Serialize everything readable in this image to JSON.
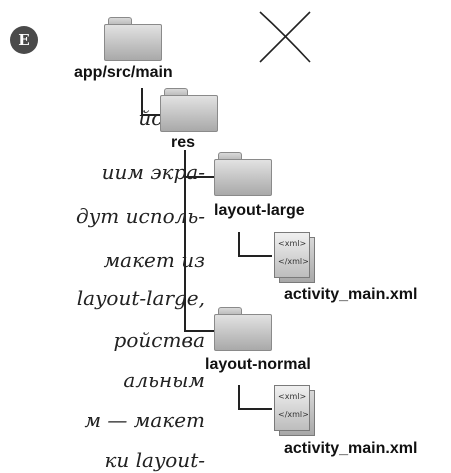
{
  "badge": {
    "letter": "E"
  },
  "handwritten": {
    "lines": [
      "йства",
      "иим экра-",
      "дут исполь-",
      "макет из",
      "layout-large,",
      "ройства",
      "альным",
      "м — макет",
      "ки layout-"
    ]
  },
  "tree": {
    "root": "app/src/main",
    "res": "res",
    "large_folder": "layout-large",
    "large_file": "activity_main.xml",
    "normal_folder": "layout-normal",
    "normal_file": "activity_main.xml"
  },
  "xml_icon": {
    "open_tag": "<xml>",
    "close_tag": "</xml>"
  }
}
